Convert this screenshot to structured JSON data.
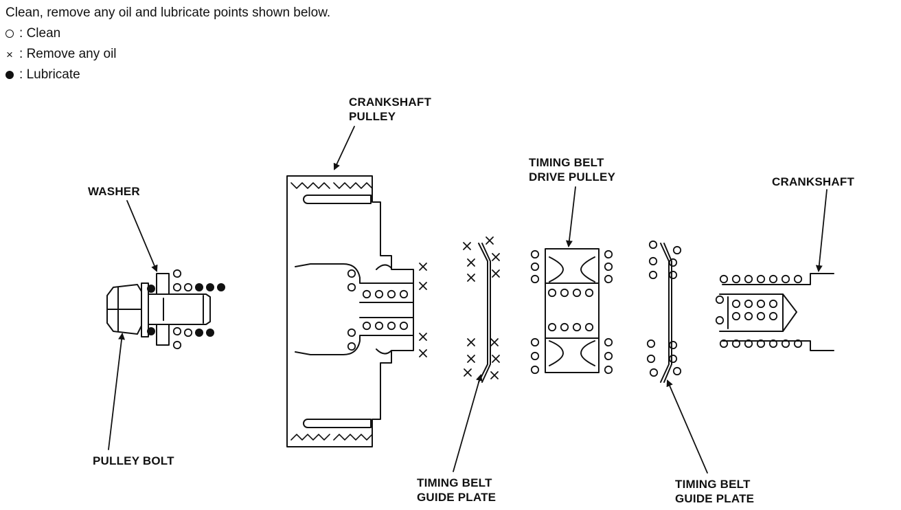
{
  "instructions": "Clean, remove any oil and lubricate points shown below.",
  "legend": {
    "clean": "Clean",
    "remove_oil": "Remove any oil",
    "lubricate": "Lubricate",
    "separator": ":"
  },
  "labels": {
    "crankshaft_pulley_1": "CRANKSHAFT",
    "crankshaft_pulley_2": "PULLEY",
    "washer": "WASHER",
    "drive_pulley_1": "TIMING BELT",
    "drive_pulley_2": "DRIVE PULLEY",
    "crankshaft": "CRANKSHAFT",
    "pulley_bolt": "PULLEY BOLT",
    "guide_plate_left_1": "TIMING BELT",
    "guide_plate_left_2": "GUIDE PLATE",
    "guide_plate_right_1": "TIMING BELT",
    "guide_plate_right_2": "GUIDE PLATE"
  }
}
